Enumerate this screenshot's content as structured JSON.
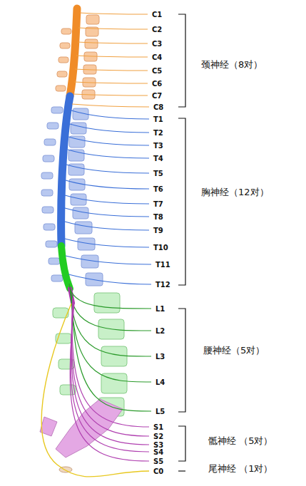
{
  "diagram": {
    "labels": [
      "C1",
      "C2",
      "C3",
      "C4",
      "C5",
      "C6",
      "C7",
      "C8",
      "T1",
      "T2",
      "T3",
      "T4",
      "T5",
      "T6",
      "T7",
      "T8",
      "T9",
      "T10",
      "T11",
      "T12",
      "L1",
      "L2",
      "L3",
      "L4",
      "L5",
      "S1",
      "S2",
      "S3",
      "S4",
      "S5",
      "C0",
      "颈神经（8对）",
      "胸神经（12对）",
      "腰神经（5对）",
      "骶神经 （5对）",
      "尾神经 （1对）"
    ]
  }
}
